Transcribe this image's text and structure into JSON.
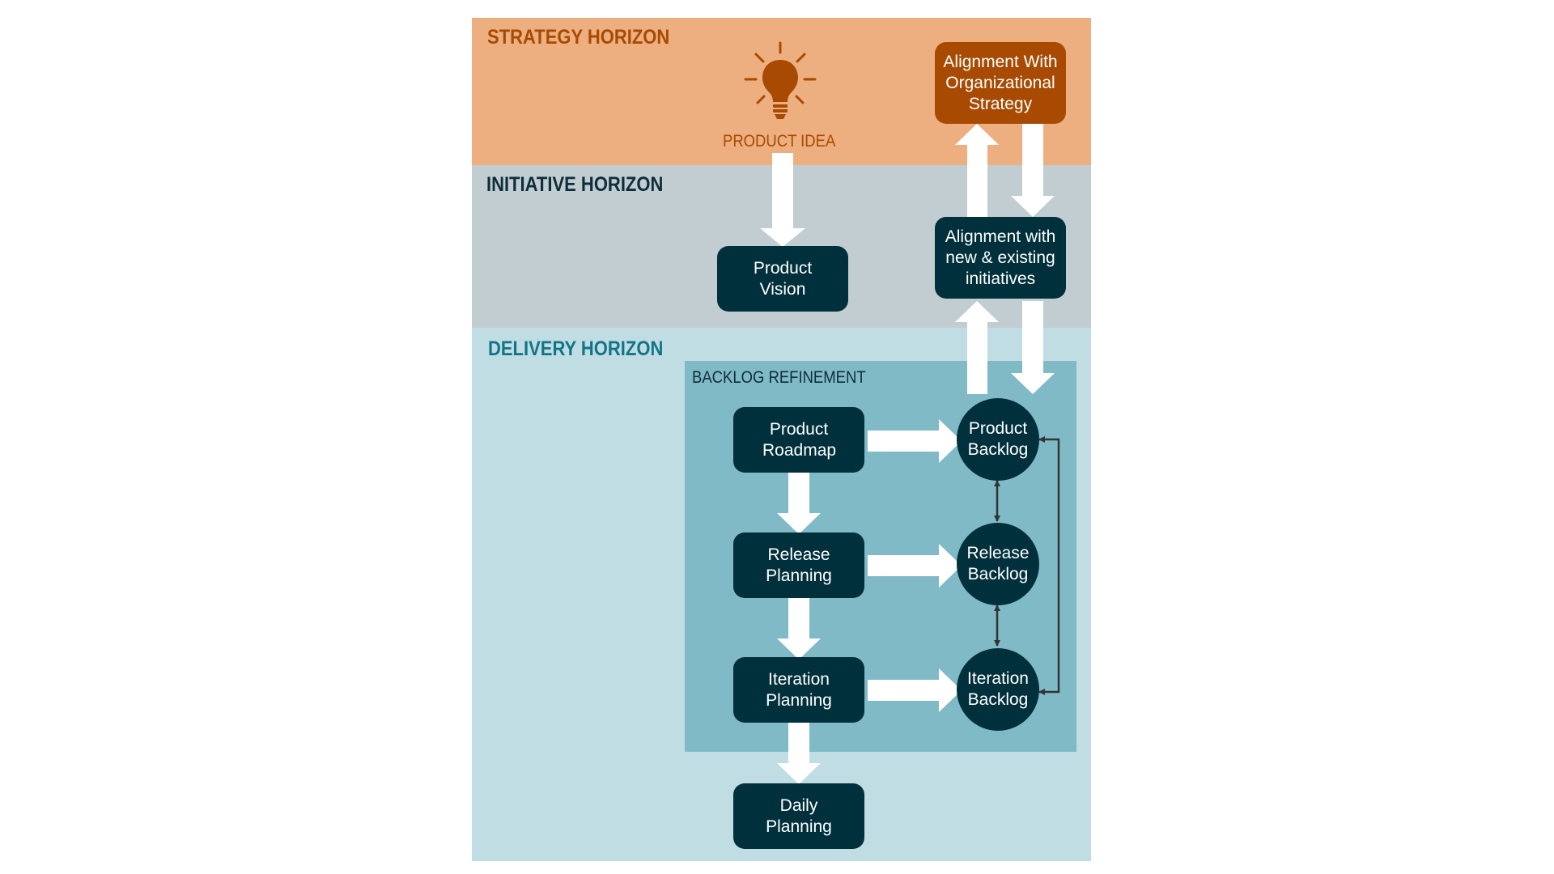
{
  "colors": {
    "strategy_band": "#EDAF80",
    "initiative_band": "#C1CDD0",
    "delivery_band": "#C0DDE3",
    "backlog_panel": "#81BAC7",
    "strategy_text": "#A84A02",
    "initiative_text": "#0D2E3A",
    "delivery_text": "#137487",
    "node_dark": "#00303C",
    "node_orange": "#A84A02",
    "arrow": "#FFFFFF",
    "connector": "#333333"
  },
  "horizons": {
    "strategy": "STRATEGY HORIZON",
    "initiative": "INITIATIVE HORIZON",
    "delivery": "DELIVERY HORIZON"
  },
  "product_idea": {
    "label": "PRODUCT IDEA",
    "icon": "lightbulb-icon"
  },
  "backlog_refinement": {
    "label": "BACKLOG REFINEMENT"
  },
  "nodes": {
    "alignment_org": {
      "label": "Alignment With Organizational Strategy"
    },
    "alignment_init": {
      "label": "Alignment with new & existing initiatives"
    },
    "product_vision": {
      "label": "Product Vision"
    },
    "product_roadmap": {
      "label": "Product Roadmap"
    },
    "release_planning": {
      "label": "Release Planning"
    },
    "iteration_planning": {
      "label": "Iteration Planning"
    },
    "daily_planning": {
      "label": "Daily Planning"
    },
    "product_backlog": {
      "label": "Product Backlog"
    },
    "release_backlog": {
      "label": "Release Backlog"
    },
    "iteration_backlog": {
      "label": "Iteration Backlog"
    }
  }
}
